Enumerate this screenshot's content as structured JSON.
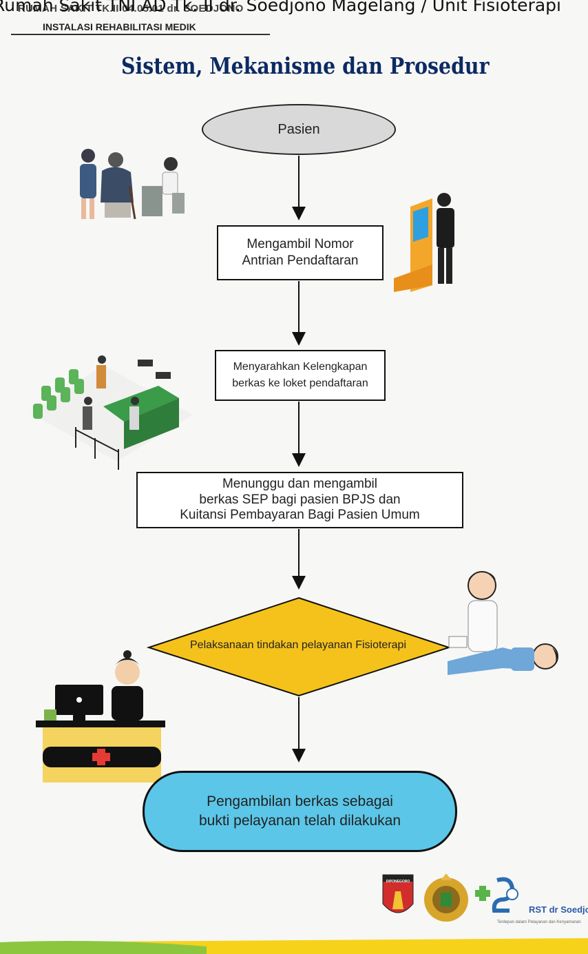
{
  "page": {
    "overlay_title": "Rumah Sakit TNI AD Tk. II dr. Soedjono Magelang / Unit Fisioterapi",
    "header_line1": "RUMAH SAKIT TK.II 04.05.01 dr. SOEDJONO",
    "header_line2": "INSTALASI REHABILITASI MEDIK",
    "title": "Sistem, Mekanisme dan Prosedur"
  },
  "flow": {
    "start": "Pasien",
    "step2": [
      "Mengambil Nomor",
      "Antrian Pendaftaran"
    ],
    "step3": [
      "Menyarahkan Kelengkapan",
      "berkas ke loket pendaftaran"
    ],
    "step4": [
      "Menunggu dan mengambil",
      "berkas SEP bagi pasien BPJS dan",
      "Kuitansi Pembayaran Bagi Pasien Umum"
    ],
    "decision": "Pelaksanaan tindakan pelayanan Fisioterapi",
    "end": [
      "Pengambilan berkas sebagai",
      "bukti pelayanan telah dilakukan"
    ]
  },
  "footer": {
    "diponegoro_label": "DIPONEGORO",
    "rst_brand": "RST dr Soedjono",
    "tagline": "Terdepan dalam Pelayanan dan Kenyamanan"
  },
  "colors": {
    "title": "#0c2a63",
    "terminal_start": "#d9d9d9",
    "decision": "#f5c21b",
    "terminal_end": "#5bc6e8",
    "footer_band": "#f7d21a"
  },
  "icons": [
    "patients-illustration",
    "kiosk-illustration",
    "waiting-room-illustration",
    "therapist-illustration",
    "reception-desk-illustration",
    "diponegoro-emblem",
    "army-emblem",
    "rst-logo"
  ]
}
